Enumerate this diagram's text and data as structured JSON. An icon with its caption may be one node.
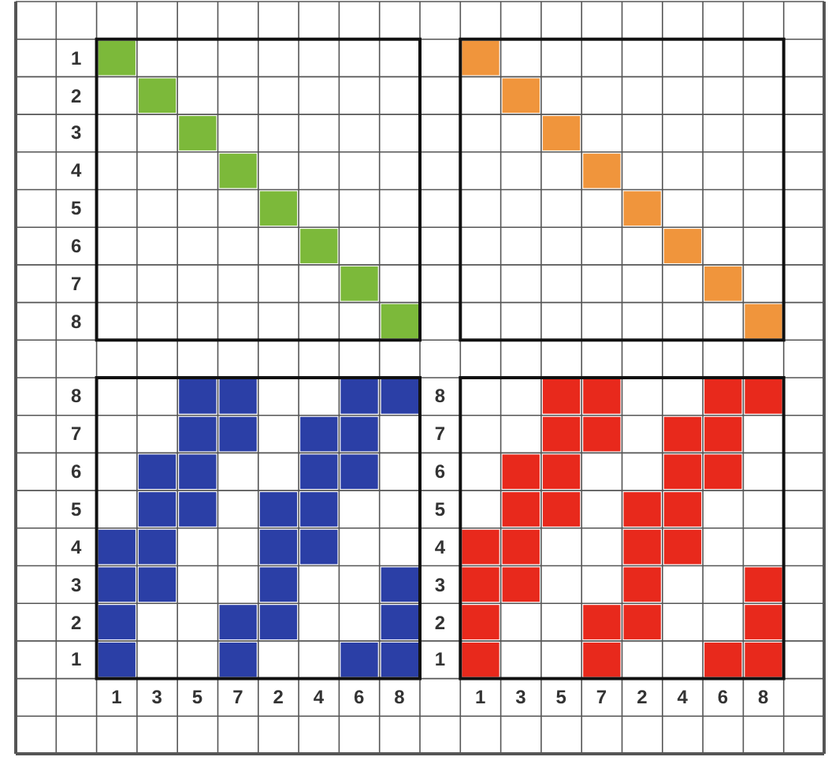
{
  "diagram": {
    "labels": [
      "1",
      "2",
      "3",
      "4",
      "5",
      "6",
      "7",
      "8",
      "8",
      "8",
      "7",
      "7",
      "6",
      "6",
      "5",
      "5",
      "4",
      "4",
      "3",
      "3",
      "2",
      "2",
      "1",
      "1",
      "1",
      "3",
      "5",
      "7",
      "2",
      "4",
      "6",
      "8",
      "1",
      "3",
      "5",
      "7",
      "2",
      "4",
      "6",
      "8"
    ]
  }
}
